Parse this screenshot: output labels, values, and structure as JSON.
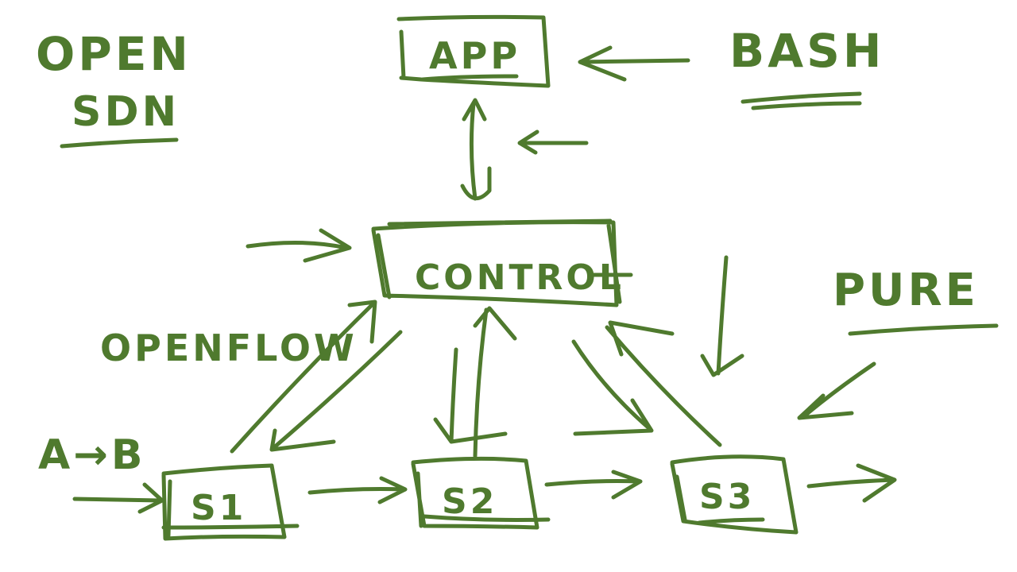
{
  "ink_color": "#4f7a2e",
  "labels": {
    "open_line1": "OPEN",
    "open_line2": "SDN",
    "app": "APP",
    "bash": "BASH",
    "control": "CONTROL",
    "pure": "PURE",
    "openflow": "OPENFLOW",
    "a_to_b": "A→B",
    "s1": "S1",
    "s2": "S2",
    "s3": "S3"
  }
}
